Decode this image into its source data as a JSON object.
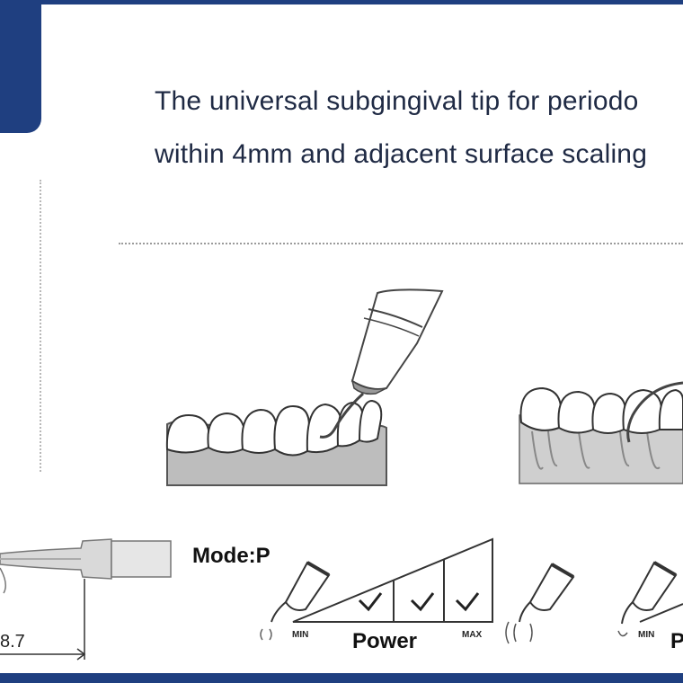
{
  "headline": {
    "line1": "The universal subgingival tip for periodo",
    "line2": "within 4mm and adjacent surface scaling"
  },
  "mode": {
    "label": "Mode:P"
  },
  "power_scale": {
    "label": "Power",
    "min_label": "MIN",
    "max_label": "MAX",
    "checked_levels": 3
  },
  "second_scale": {
    "min_label": "MIN",
    "label_partial": "P"
  },
  "dimension": {
    "value": "8.7"
  },
  "colors": {
    "brand": "#1f3f80",
    "gum": "#bcbcbc",
    "tooth_outline": "#333333"
  }
}
